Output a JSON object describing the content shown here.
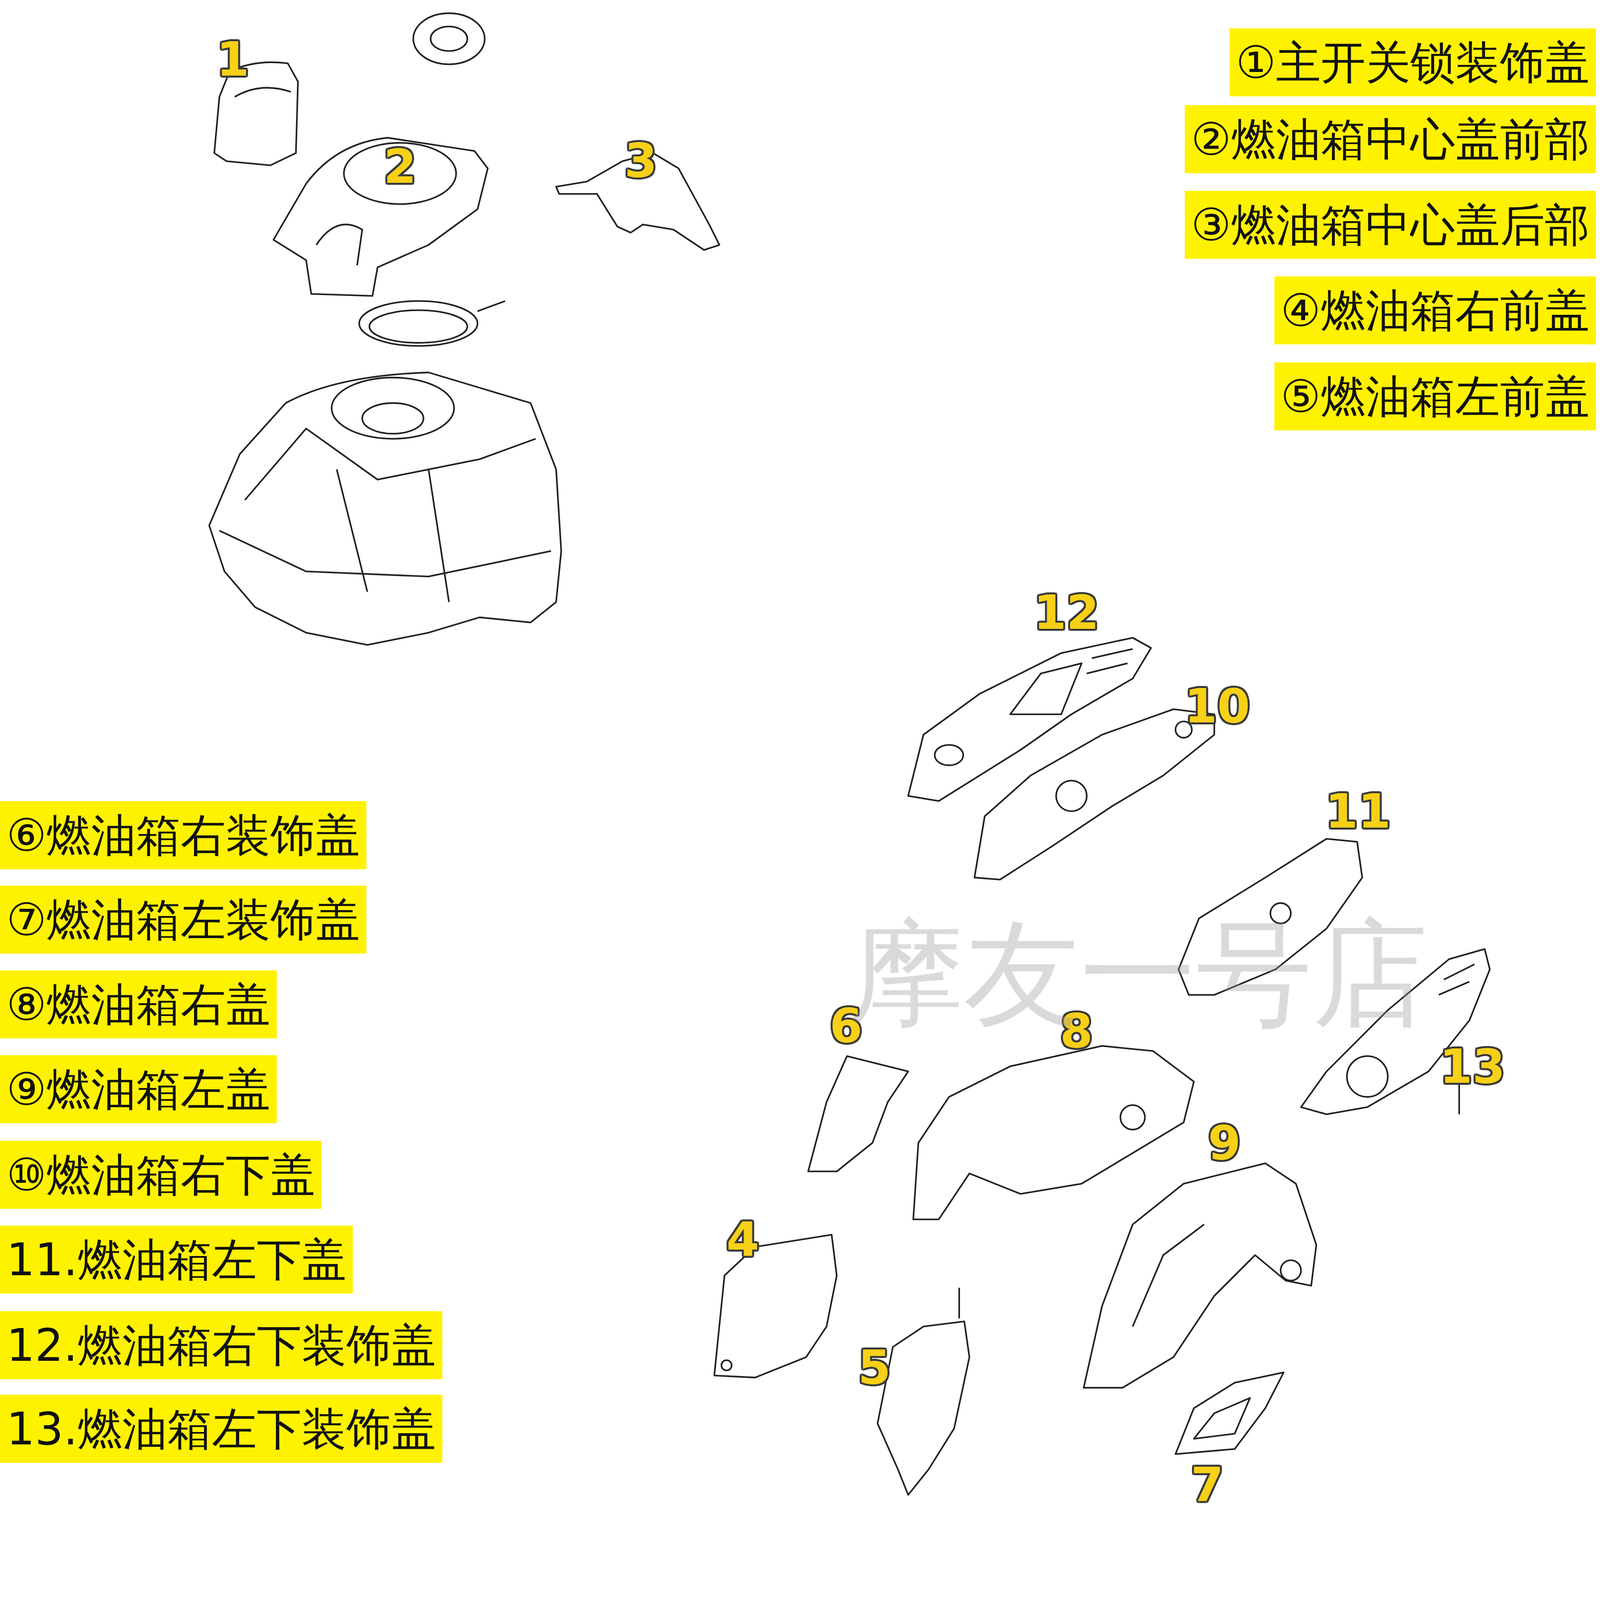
{
  "diagram": {
    "nodes": [
      {
        "text": [
          "①主开关锁装饰盖"
        ]
      },
      {
        "text": [
          "②燃油箱中心盖前部"
        ]
      },
      {
        "text": [
          "③燃油箱中心盖后部"
        ]
      },
      {
        "text": [
          "④燃油箱右前盖"
        ]
      },
      {
        "text": [
          "⑤燃油箱左前盖"
        ]
      },
      {
        "text": [
          "⑥燃油箱右装饰盖"
        ]
      },
      {
        "text": [
          "⑦燃油箱左装饰盖"
        ]
      },
      {
        "text": [
          "⑧燃油箱右盖"
        ]
      },
      {
        "text": [
          "⑨燃油箱左盖"
        ]
      },
      {
        "text": [
          "⑩燃油箱右下盖"
        ]
      },
      {
        "text": [
          "11.燃油箱左下盖"
        ]
      },
      {
        "text": [
          "12.燃油箱右下装饰盖"
        ]
      },
      {
        "text": [
          "13.燃油箱左下装饰盖"
        ]
      }
    ],
    "labels": [
      "1",
      "2",
      "3",
      "12",
      "10",
      "11",
      "6",
      "8",
      "13",
      "9",
      "4",
      "5",
      "7",
      "摩友一号店"
    ]
  }
}
